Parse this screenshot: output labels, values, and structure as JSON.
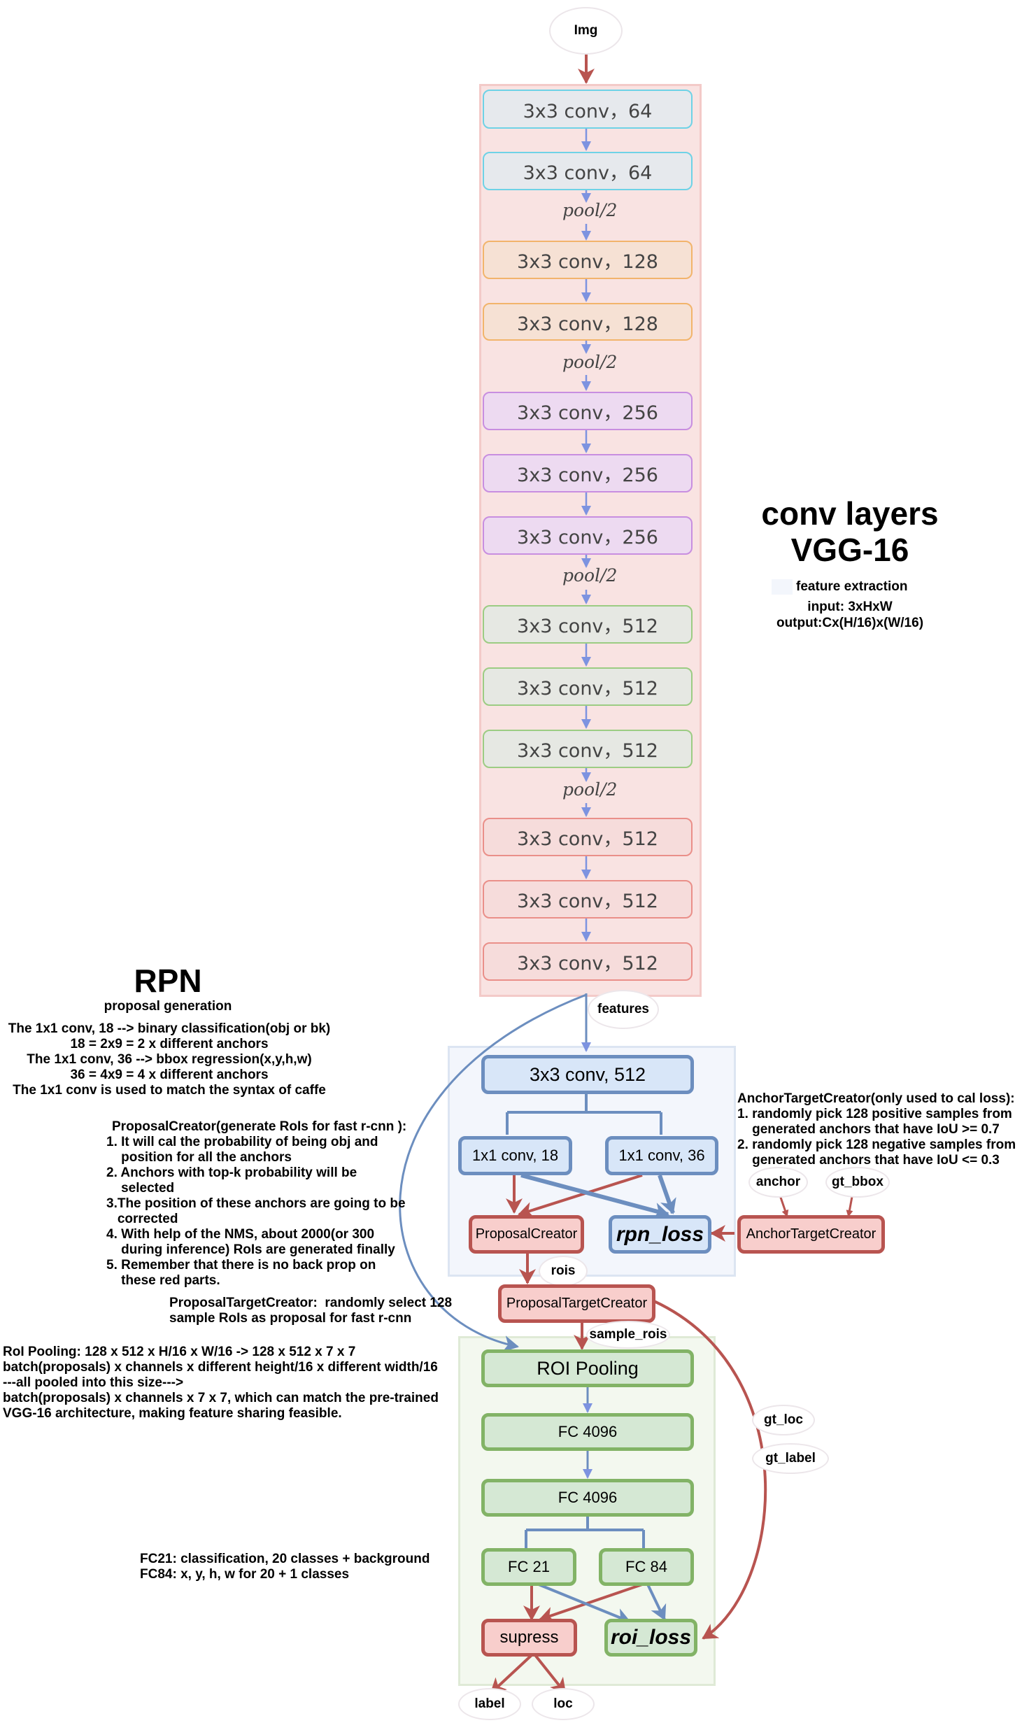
{
  "input_label": "Img",
  "conv_layers": [
    "3x3 conv，64",
    "3x3 conv，64",
    "3x3 conv，128",
    "3x3 conv，128",
    "3x3 conv，256",
    "3x3 conv，256",
    "3x3 conv，256",
    "3x3 conv，512",
    "3x3 conv，512",
    "3x3 conv，512",
    "3x3 conv，512",
    "3x3 conv，512",
    "3x3 conv，512"
  ],
  "pool_label": "pool/2",
  "vgg": {
    "title_line1": "conv layers",
    "title_line2": "VGG-16",
    "subtitle": "feature extraction",
    "input": "input: 3xHxW",
    "output": "output:Cx(H/16)x(W/16)"
  },
  "features_label": "features",
  "rpn": {
    "title": "RPN",
    "subtitle": "proposal generation",
    "notes": [
      "The 1x1 conv, 18 --> binary classification(obj or bk)",
      "18 = 2x9 = 2 x different anchors",
      "The 1x1 conv, 36 --> bbox regression(x,y,h,w)",
      "36 = 4x9 = 4 x different anchors",
      "The 1x1 conv is used to match the syntax of caffe"
    ],
    "conv": "3x3 conv, 512",
    "cls_conv": "1x1 conv, 18",
    "reg_conv": "1x1 conv, 36",
    "proposal_creator": "ProposalCreator",
    "rpn_loss": "rpn_loss",
    "anchor_target_creator": "AnchorTargetCreator",
    "anchor": "anchor",
    "gt_bbox": "gt_bbox",
    "rois": "rois"
  },
  "proposal_creator_notes": {
    "title": "ProposalCreator(generate RoIs for fast r-cnn ):",
    "items": [
      "1. It will cal the probability of being obj and",
      "    position for all the anchors",
      "2. Anchors with top-k probability will be",
      "    selected",
      "3.The position of these anchors are going to be",
      "   corrected",
      "4. With help of the NMS, about 2000(or 300",
      "    during inference) RoIs are generated finally",
      "5. Remember that there is no back prop on",
      "    these red parts."
    ]
  },
  "anchor_target_notes": {
    "title": "AnchorTargetCreator(only used to cal loss):",
    "items": [
      "1. randomly pick 128 positive samples from",
      "    generated anchors that have IoU >= 0.7",
      "2. randomly pick 128 negative samples from",
      "    generated anchors that have IoU <= 0.3"
    ]
  },
  "proposal_target_note": [
    "ProposalTargetCreator:  randomly select 128",
    "sample RoIs as proposal for fast r-cnn"
  ],
  "roi_pooling_note": [
    "RoI Pooling: 128 x 512 x H/16 x W/16 -> 128 x 512 x 7 x 7",
    "batch(proposals) x channels x different height/16 x different width/16",
    "---all pooled into this size--->",
    "batch(proposals) x channels x 7 x 7, which can match the pre-trained",
    "VGG-16 architecture, making feature sharing feasible."
  ],
  "head": {
    "proposal_target_creator": "ProposalTargetCreator",
    "sample_rois": "sample_rois",
    "roi_pooling": "ROI Pooling",
    "fc1": "FC 4096",
    "fc2": "FC 4096",
    "fc21": "FC 21",
    "fc84": "FC 84",
    "supress": "supress",
    "roi_loss": "roi_loss",
    "gt_loc": "gt_loc",
    "gt_label": "gt_label",
    "label": "label",
    "loc": "loc"
  },
  "fc_note": [
    "FC21: classification, 20 classes + background",
    "FC84: x, y, h, w for 20 + 1 classes"
  ],
  "colors": {
    "red_arrow": "#b85450",
    "blue_arrow": "#6c8ebf",
    "conv_arrow": "#7d93e0",
    "vgg_panel": "#f9e3e2",
    "rpn_panel": "#f3f6fc",
    "head_panel": "#f3f8ef"
  }
}
